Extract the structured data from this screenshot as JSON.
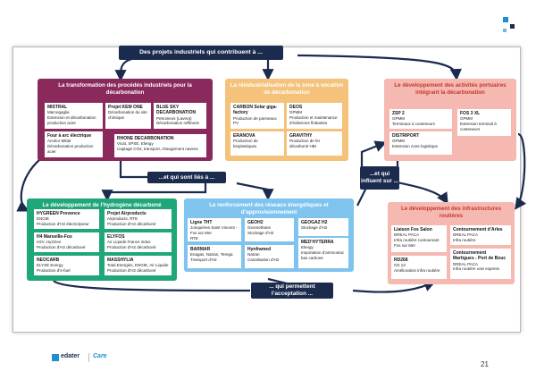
{
  "header": {
    "title": "Des projets industriels qui contribuent à ..."
  },
  "connectors": {
    "sont_lies": "...et qui sont liés à ...",
    "influent": "...et qui influent sur ...",
    "permettent": "... qui permettent l’acceptation ..."
  },
  "groups": {
    "decarbonation": {
      "title": "La transformation des procédés industriels pour la décarbonation",
      "color": "#8a2a5c",
      "cards": [
        {
          "title": "MISTRAL",
          "lines": [
            "Marcegaglia",
            "Extension et décarbonation production acier"
          ]
        },
        {
          "title": "Projet KEM ONE",
          "lines": [
            "Décarbonation du site chimique"
          ]
        },
        {
          "title": "BLUE SKY DECARBONATION",
          "lines": [
            "Petroineos (Lavera)",
            "Décarbonation raffinerie"
          ]
        },
        {
          "title": "Four à arc électrique",
          "lines": [
            "Arcelor Mittal",
            "Décarbonation production acier"
          ]
        },
        {
          "title": "RHONE DECARBONATION",
          "lines": [
            "Vicat, SPSE, Elengy",
            "Captage CO2, transport, changement navires"
          ]
        }
      ]
    },
    "reindustrialisation": {
      "title": "La réindustrialisation de la zone à vocation de décarbonation",
      "color": "#f4c27a",
      "cards": [
        {
          "title": "CARBON Solar giga-factory",
          "lines": [
            "Production de panneaux PV"
          ]
        },
        {
          "title": "DEOS",
          "lines": [
            "GPMM",
            "Production et maintenance d’éoliennes flottantes"
          ]
        },
        {
          "title": "ERANOVA",
          "lines": [
            "Production de bioplastiques"
          ]
        },
        {
          "title": "GRAVITHY",
          "lines": [
            "Production de fer décarboné HBI"
          ]
        }
      ]
    },
    "portuaires": {
      "title": "Le développement des activités portuaires intégrant la décarbonation",
      "color": "#f6b9b2",
      "cards": [
        {
          "title": "ZSP 2",
          "lines": [
            "GPMM",
            "Terminaux à conteneurs"
          ]
        },
        {
          "title": "FOS 3 XL",
          "lines": [
            "GPMM",
            "Extension terminal à conteneurs"
          ]
        },
        {
          "title": "DISTRIPORT",
          "lines": [
            "GPMM",
            "Extension zone logistique"
          ]
        }
      ]
    },
    "hydrogene": {
      "title": "Le développement de l’hydrogène décarboné",
      "color": "#1fa67a",
      "cards": [
        {
          "title": "HYGREEN Provence",
          "lines": [
            "ENGIE",
            "Production d’H2 électrolyseur"
          ]
        },
        {
          "title": "Projet Airproducts",
          "lines": [
            "Airproducts, RTE",
            "Production d’H2 décarboné"
          ]
        },
        {
          "title": "H4 Marseille-Fos",
          "lines": [
            "H2V, Hy2Gen",
            "Production d’H2 décarboné"
          ]
        },
        {
          "title": "ELYFOS",
          "lines": [
            "Air Liquide France indus",
            "Production d’H2 décarboné"
          ]
        },
        {
          "title": "NEOCARB",
          "lines": [
            "ELYSE Energy",
            "Production d’e-fuel"
          ]
        },
        {
          "title": "MASSHYLIA",
          "lines": [
            "Total Energies, ENGIE, Air Liquide",
            "Production d’H2 décarboné"
          ]
        }
      ]
    },
    "reseaux": {
      "title": "Le renforcement des réseaux énergétiques et d’approvisionnement",
      "color": "#7ec4ee",
      "cards": [
        {
          "title": "Ligne THT",
          "lines": [
            "Jonquières Saint Vincent - Fos sur Mer",
            "RTE"
          ]
        },
        {
          "title": "GEOH2",
          "lines": [
            "Geomethane",
            "Stockage d’H2"
          ]
        },
        {
          "title": "GEOGAZ H2",
          "lines": [
            "Stockage d’H2"
          ]
        },
        {
          "title": "BARMAR",
          "lines": [
            "Enagas, Natran, Terega",
            "Transport d’H2"
          ]
        },
        {
          "title": "Hynframed",
          "lines": [
            "Natran",
            "Canalisation d’H2"
          ]
        },
        {
          "title": "MED’HYTERRA",
          "lines": [
            "Elengy",
            "Importation d’ammoniac bas carbone"
          ]
        }
      ]
    },
    "infrastructures": {
      "title": "Le développement des infrastructures routières",
      "color": "#f6b9b2",
      "cards": [
        {
          "title": "Liaison Fos Salon",
          "lines": [
            "DREAL PACA",
            "Infra routière contournant Fos sur Mer"
          ]
        },
        {
          "title": "Contournement d’Arles",
          "lines": [
            "DREAL PACA",
            "Infra routière"
          ]
        },
        {
          "title": "RD268",
          "lines": [
            "CD 13",
            "Amélioration infra routière"
          ]
        },
        {
          "title": "Contournement Martigues - Port de Bouc",
          "lines": [
            "DREAL PACA",
            "Infra routière voie express"
          ]
        }
      ]
    }
  },
  "footer": {
    "brand1": "edater",
    "brand2": "Care",
    "page": "21"
  },
  "colors": {
    "navy": "#1b2b4e",
    "accent_blue": "#1d8fd2"
  }
}
